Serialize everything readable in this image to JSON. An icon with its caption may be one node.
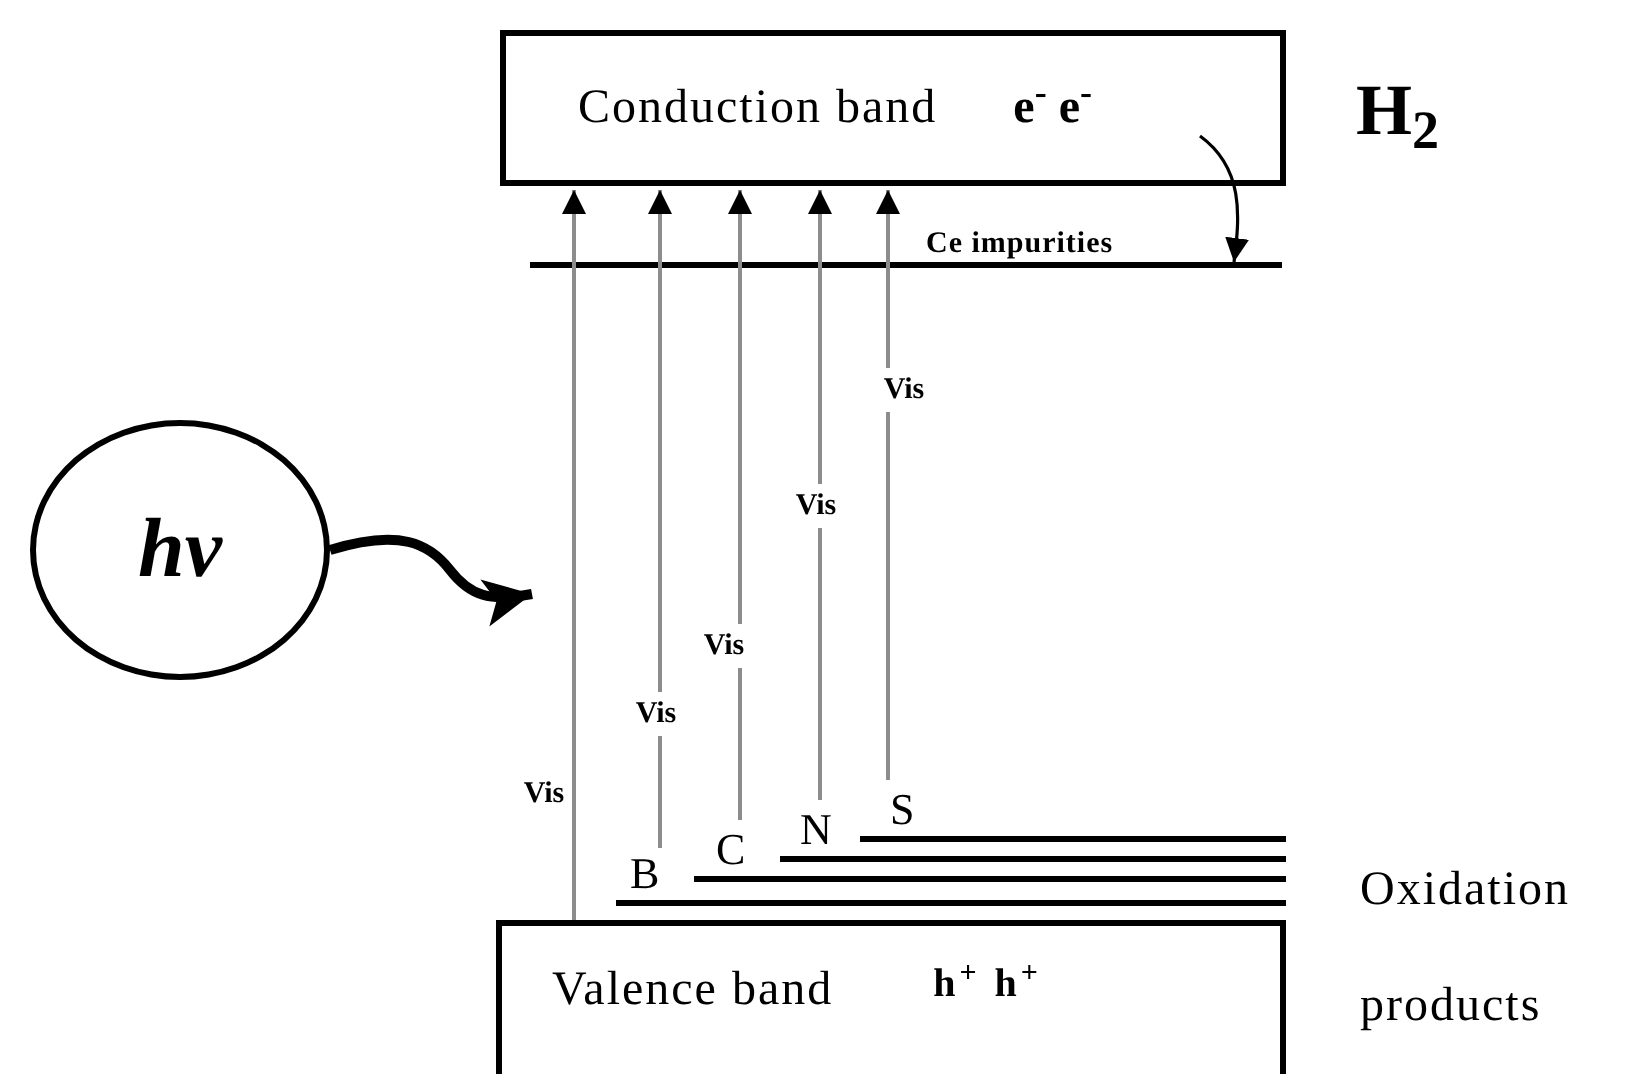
{
  "diagram": {
    "nodes": [
      {
        "text": [
          "Conduction band",
          "e$^{-}$ e$^{-}$"
        ]
      },
      {
        "text": [
          "Ce impurities"
        ]
      },
      {
        "text": [
          "hv"
        ]
      },
      {
        "text": [
          "Valence band",
          "h$^{+}$ h$^{+}$"
        ]
      },
      {
        "text": [
          "B"
        ]
      },
      {
        "text": [
          "C"
        ]
      },
      {
        "text": [
          "N"
        ]
      },
      {
        "text": [
          "S"
        ]
      }
    ],
    "edges": [
      {
        "from": 3,
        "to": 0,
        "arrow": "to",
        "label": "Vis"
      },
      {
        "from": 4,
        "to": 0,
        "arrow": "to",
        "label": "Vis"
      },
      {
        "from": 5,
        "to": 0,
        "arrow": "to",
        "label": "Vis"
      },
      {
        "from": 6,
        "to": 0,
        "arrow": "to",
        "label": "Vis"
      },
      {
        "from": 7,
        "to": 0,
        "arrow": "to",
        "label": "Vis"
      },
      {
        "from": 0,
        "to": 1,
        "arrow": "to",
        "color": "#000000"
      },
      {
        "from": 2,
        "to": null,
        "arrow": "to",
        "style": "thick",
        "color": "#000000"
      }
    ],
    "labels": [
      "H$_{2}$",
      "Oxidation products"
    ]
  }
}
